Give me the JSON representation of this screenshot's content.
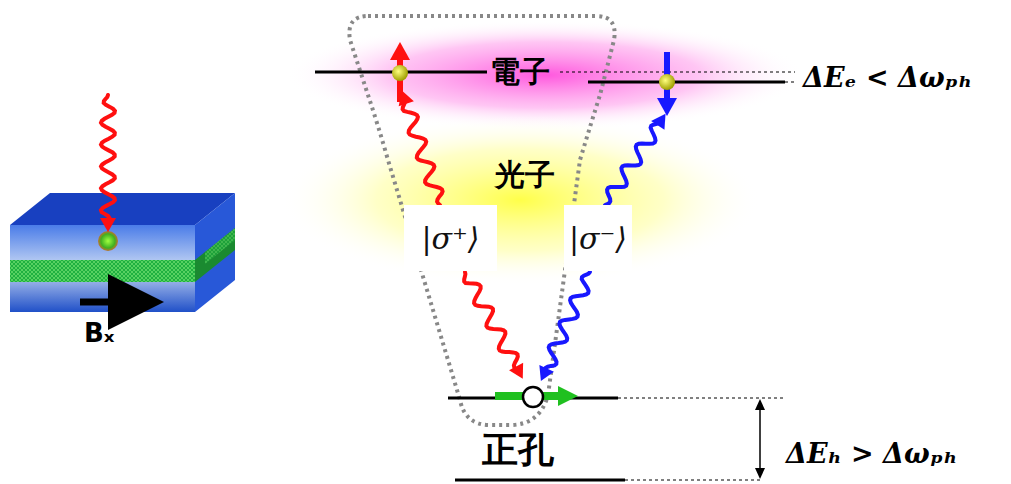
{
  "diagram": {
    "nodes": [
      {
        "text": [
          "|σ⁺⟩"
        ]
      },
      {
        "text": [
          "|σ⁻⟩"
        ]
      }
    ],
    "labels": [
      "電子",
      "光子",
      "正孔",
      "ΔEₑ < Δωₚₕ",
      "ΔEₕ > Δωₚₕ",
      "Bₓ"
    ]
  }
}
